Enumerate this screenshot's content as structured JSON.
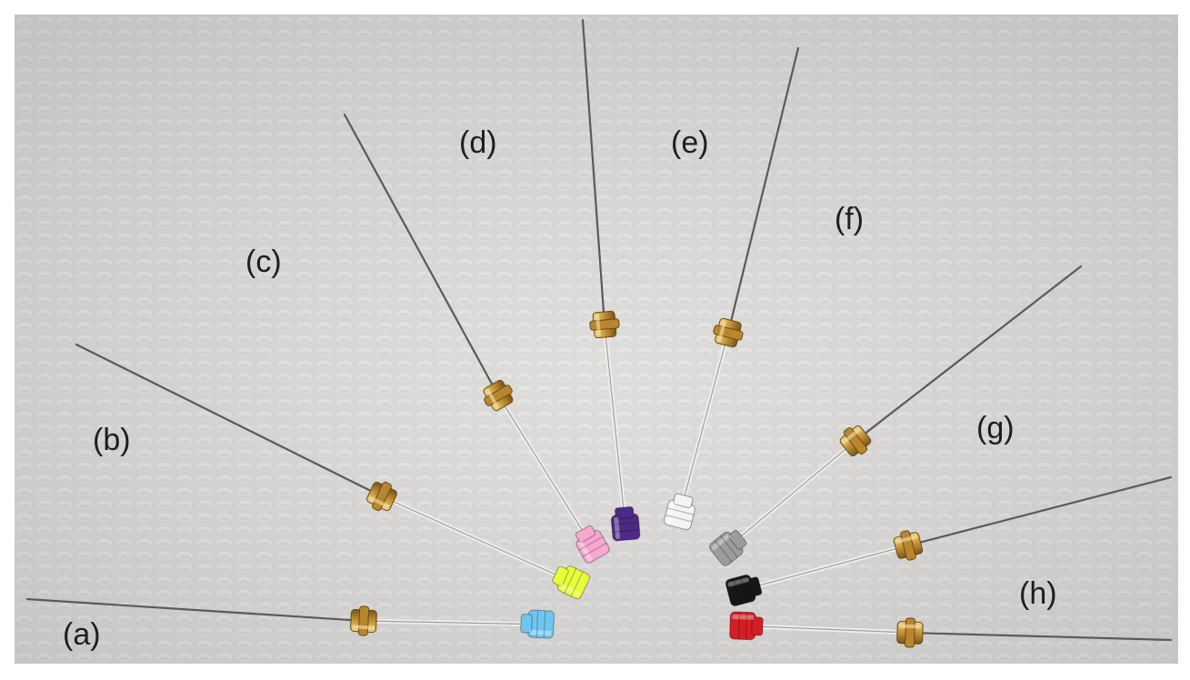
{
  "needles": [
    {
      "label": "(a)",
      "hub_color": "#6ec6f0",
      "hub_name": "light-blue"
    },
    {
      "label": "(b)",
      "hub_color": "#e6ff3a",
      "hub_name": "yellow-green"
    },
    {
      "label": "(c)",
      "hub_color": "#f7a8cf",
      "hub_name": "pink"
    },
    {
      "label": "(d)",
      "hub_color": "#4e2a86",
      "hub_name": "purple"
    },
    {
      "label": "(e)",
      "hub_color": "#f4f4f4",
      "hub_name": "white"
    },
    {
      "label": "(f)",
      "hub_color": "#9c9c9c",
      "hub_name": "gray"
    },
    {
      "label": "(g)",
      "hub_color": "#161616",
      "hub_name": "black"
    },
    {
      "label": "(h)",
      "hub_color": "#d51e24",
      "hub_name": "red"
    }
  ],
  "colors": {
    "background": "#d9d8d6",
    "brass": "#b8862f",
    "needle": "#5a5a5a"
  }
}
